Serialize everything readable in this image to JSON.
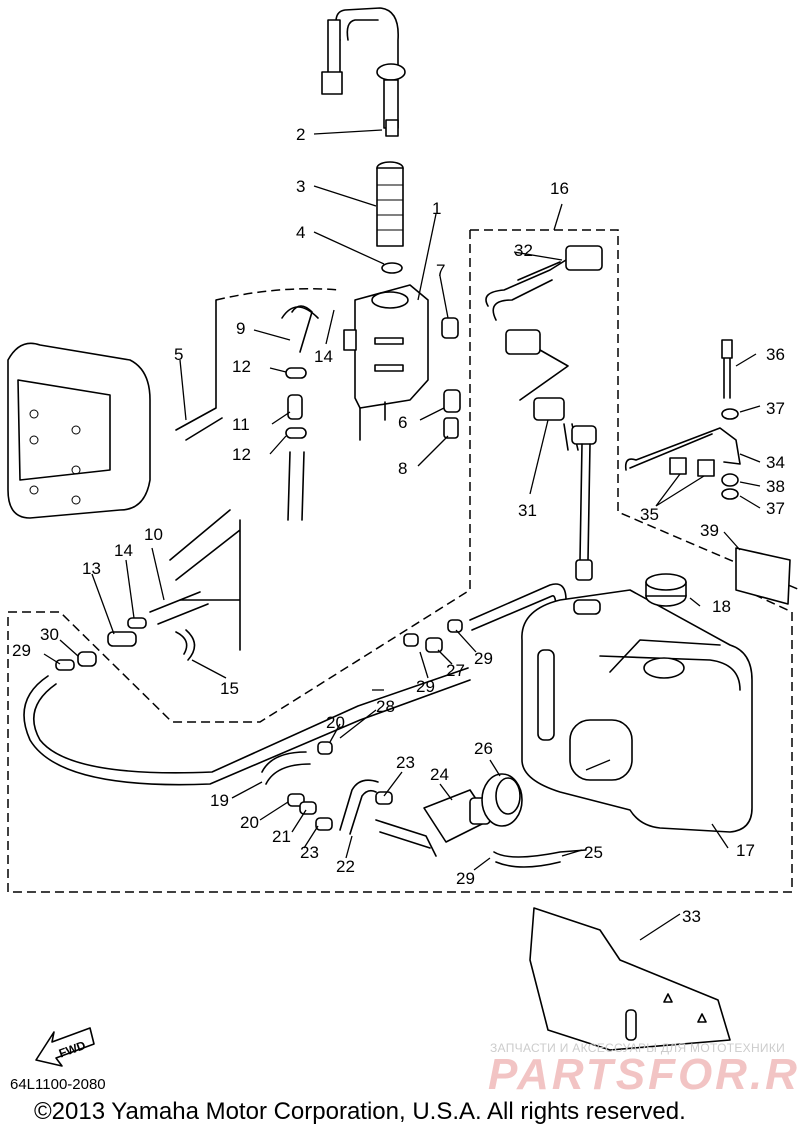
{
  "diagram": {
    "part_numbers": [
      "1",
      "2",
      "3",
      "4",
      "5",
      "6",
      "7",
      "8",
      "9",
      "10",
      "11",
      "12",
      "12",
      "13",
      "14",
      "14",
      "15",
      "16",
      "17",
      "18",
      "19",
      "20",
      "20",
      "21",
      "22",
      "23",
      "23",
      "24",
      "25",
      "26",
      "27",
      "28",
      "29",
      "29",
      "29",
      "29",
      "30",
      "31",
      "32",
      "33",
      "34",
      "35",
      "36",
      "37",
      "37",
      "38",
      "39"
    ],
    "fwd_label": "FWD",
    "diagram_code": "64L1100-2080",
    "copyright": "©2013 Yamaha Motor Corporation, U.S.A. All rights reserved.",
    "watermark_small": "ЗАПЧАСТИ И АКСЕССУАРЫ ДЛЯ МОТОТЕХНИКИ",
    "watermark_big": "PARTSFOR.RU"
  }
}
